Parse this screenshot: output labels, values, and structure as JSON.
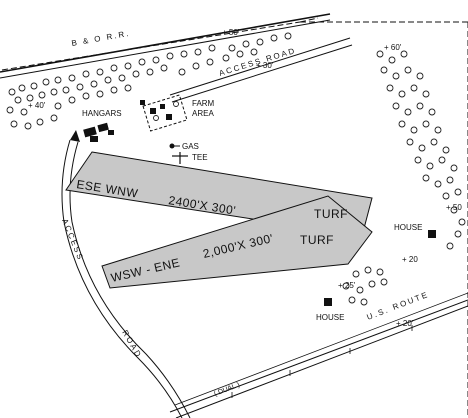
{
  "railroad": {
    "label": "B & O  R.R."
  },
  "roads": {
    "access_top": "ACCESS   ROAD",
    "access_left": "ACCESS",
    "access_left_bottom": "ROAD",
    "route": "U.S.  ROUTE",
    "dual": "( DUAL )"
  },
  "elevations": {
    "e50_top": "+ 50'",
    "e30": "+ 30'",
    "e40": "+ 40'",
    "e60": "+ 60'",
    "e50_right": "+ 50",
    "e25": "+ 25'",
    "e20_a": "+ 20",
    "e20_b": "+ 20'"
  },
  "places": {
    "hangars": "HANGARS",
    "farm_area_1": "FARM",
    "farm_area_2": "AREA",
    "gas": "GAS",
    "tee": "TEE",
    "house_right": "HOUSE",
    "house_bottom": "HOUSE"
  },
  "runways": {
    "r1_end_left": "ESE   WNW",
    "r1_dims": "2400'X 300'",
    "r1_surface": "TURF",
    "r2_end_left": "WSW - ENE",
    "r2_dims": "2,000'X 300'",
    "r2_surface": "TURF"
  },
  "colors": {
    "ink": "#111111",
    "runway_fill": "#c8c8c8",
    "paper": "#ffffff"
  }
}
